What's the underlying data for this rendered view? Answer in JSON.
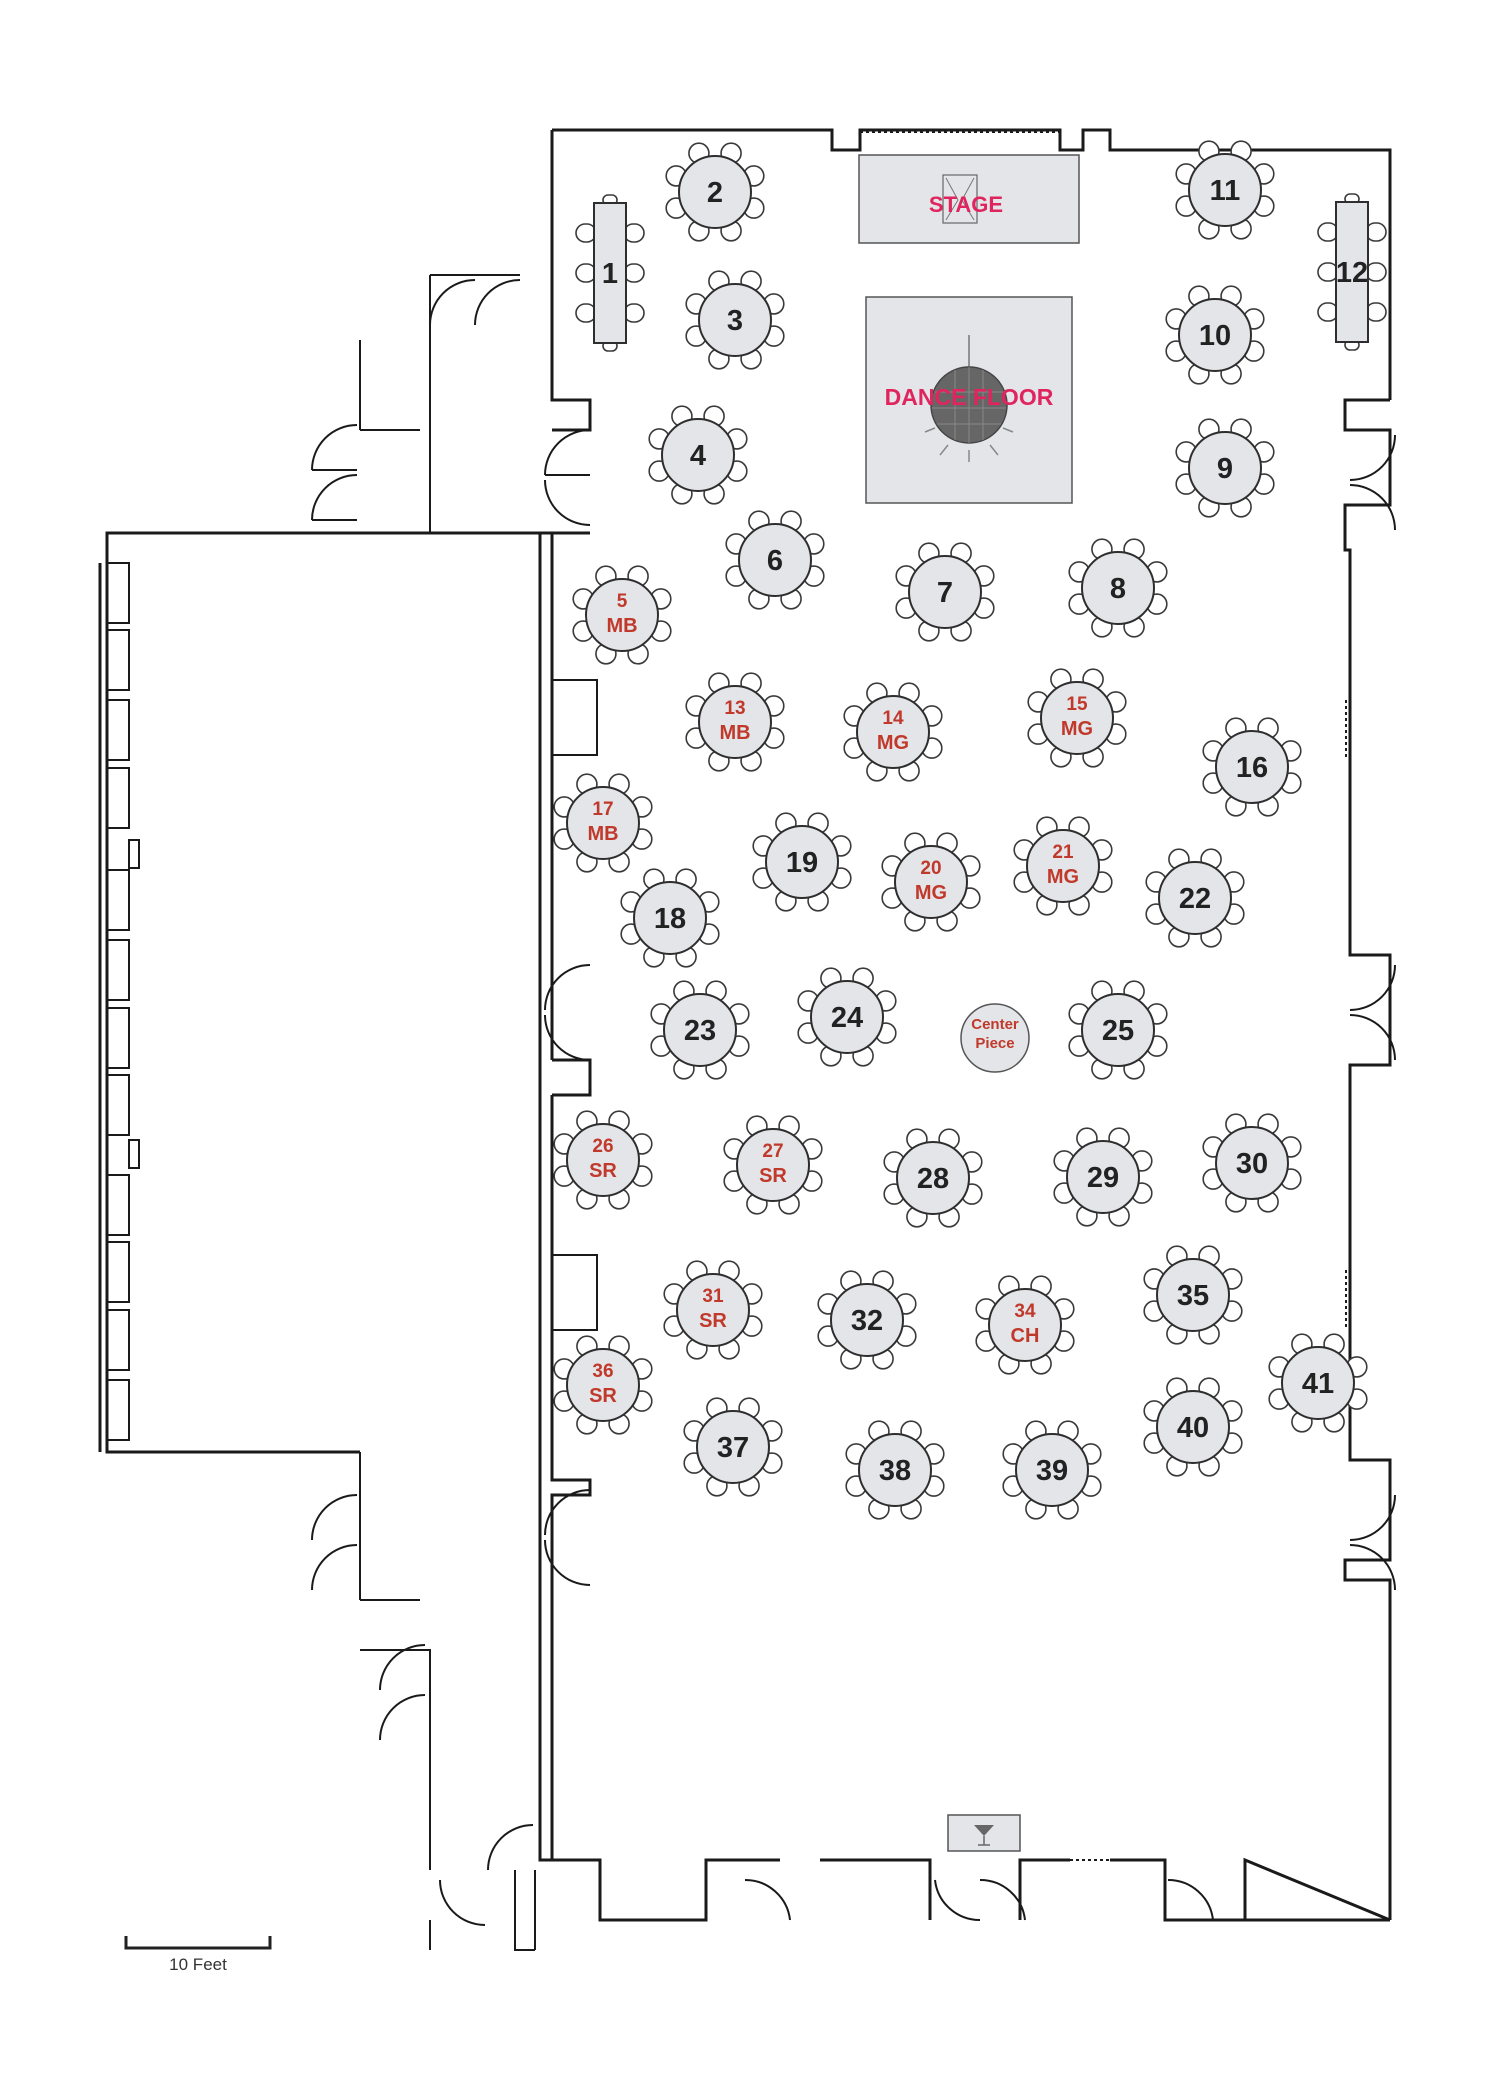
{
  "labels": {
    "stage": "STAGE",
    "dance_floor": "DANCE FLOOR",
    "center_piece_line1": "Center",
    "center_piece_line2": "Piece",
    "scale": "10 Feet"
  },
  "tables": [
    {
      "n": "2"
    },
    {
      "n": "3"
    },
    {
      "n": "4"
    },
    {
      "n": "5",
      "tag": "MB"
    },
    {
      "n": "6"
    },
    {
      "n": "7"
    },
    {
      "n": "8"
    },
    {
      "n": "9"
    },
    {
      "n": "10"
    },
    {
      "n": "11"
    },
    {
      "n": "13",
      "tag": "MB"
    },
    {
      "n": "14",
      "tag": "MG"
    },
    {
      "n": "15",
      "tag": "MG"
    },
    {
      "n": "16"
    },
    {
      "n": "17",
      "tag": "MB"
    },
    {
      "n": "18"
    },
    {
      "n": "19"
    },
    {
      "n": "20",
      "tag": "MG"
    },
    {
      "n": "21",
      "tag": "MG"
    },
    {
      "n": "22"
    },
    {
      "n": "23"
    },
    {
      "n": "24"
    },
    {
      "n": "25"
    },
    {
      "n": "26",
      "tag": "SR"
    },
    {
      "n": "27",
      "tag": "SR"
    },
    {
      "n": "28"
    },
    {
      "n": "29"
    },
    {
      "n": "30"
    },
    {
      "n": "31",
      "tag": "SR"
    },
    {
      "n": "32"
    },
    {
      "n": "34",
      "tag": "CH"
    },
    {
      "n": "35"
    },
    {
      "n": "36",
      "tag": "SR"
    },
    {
      "n": "37"
    },
    {
      "n": "38"
    },
    {
      "n": "39"
    },
    {
      "n": "40"
    },
    {
      "n": "41"
    }
  ],
  "head_tables": [
    {
      "n": "1"
    },
    {
      "n": "12"
    }
  ],
  "colors": {
    "table_fill": "#e3e5e8",
    "tag_text": "#c0392b",
    "feature_text": "#e0245e"
  }
}
